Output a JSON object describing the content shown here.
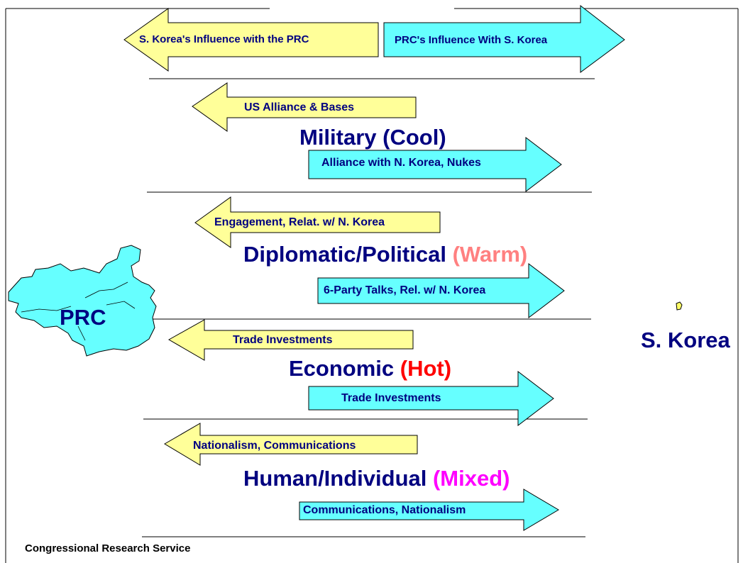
{
  "header": {
    "left_arrow_label": "S. Korea's Influence with the PRC",
    "right_arrow_label": "PRC's Influence With S. Korea"
  },
  "sections": [
    {
      "heading": "Military",
      "temperature": "(Cool)",
      "temperature_color": "#000080",
      "left_arrow": "US Alliance & Bases",
      "right_arrow": "Alliance with N. Korea, Nukes"
    },
    {
      "heading": "Diplomatic/Political",
      "temperature": "(Warm)",
      "temperature_color": "#ff8080",
      "left_arrow": "Engagement, Relat. w/ N. Korea",
      "right_arrow": "6-Party Talks, Rel. w/ N. Korea"
    },
    {
      "heading": "Economic",
      "temperature": "(Hot)",
      "temperature_color": "#ff0000",
      "left_arrow": "Trade Investments",
      "right_arrow": "Trade Investments"
    },
    {
      "heading": "Human/Individual",
      "temperature": "(Mixed)",
      "temperature_color": "#ff00ff",
      "left_arrow": "Nationalism, Communications",
      "right_arrow": "Communications, Nationalism"
    }
  ],
  "map_labels": {
    "prc": "PRC",
    "south_korea": "S. Korea"
  },
  "colors": {
    "yellow_arrow": "#ffff99",
    "cyan_arrow": "#66ffff",
    "text_navy": "#000080",
    "prc_map": "#66ffff"
  },
  "footer": "Congressional Research Service"
}
